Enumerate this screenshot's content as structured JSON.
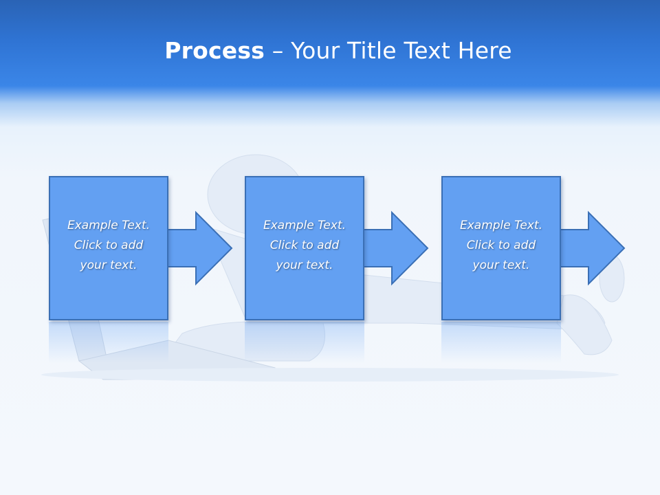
{
  "title": {
    "bold": "Process",
    "rest": " – Your Title Text Here"
  },
  "steps": [
    {
      "lines": [
        "Example Text.",
        "Click  to add",
        "your text."
      ]
    },
    {
      "lines": [
        "Example Text.",
        "Click  to add",
        "your text."
      ]
    },
    {
      "lines": [
        "Example Text.",
        "Click  to add",
        "your text."
      ]
    }
  ],
  "colors": {
    "header_blue": "#2f74d4",
    "box_fill": "#63a0f2",
    "box_border": "#3a6fb5",
    "text": "#ffffff"
  }
}
